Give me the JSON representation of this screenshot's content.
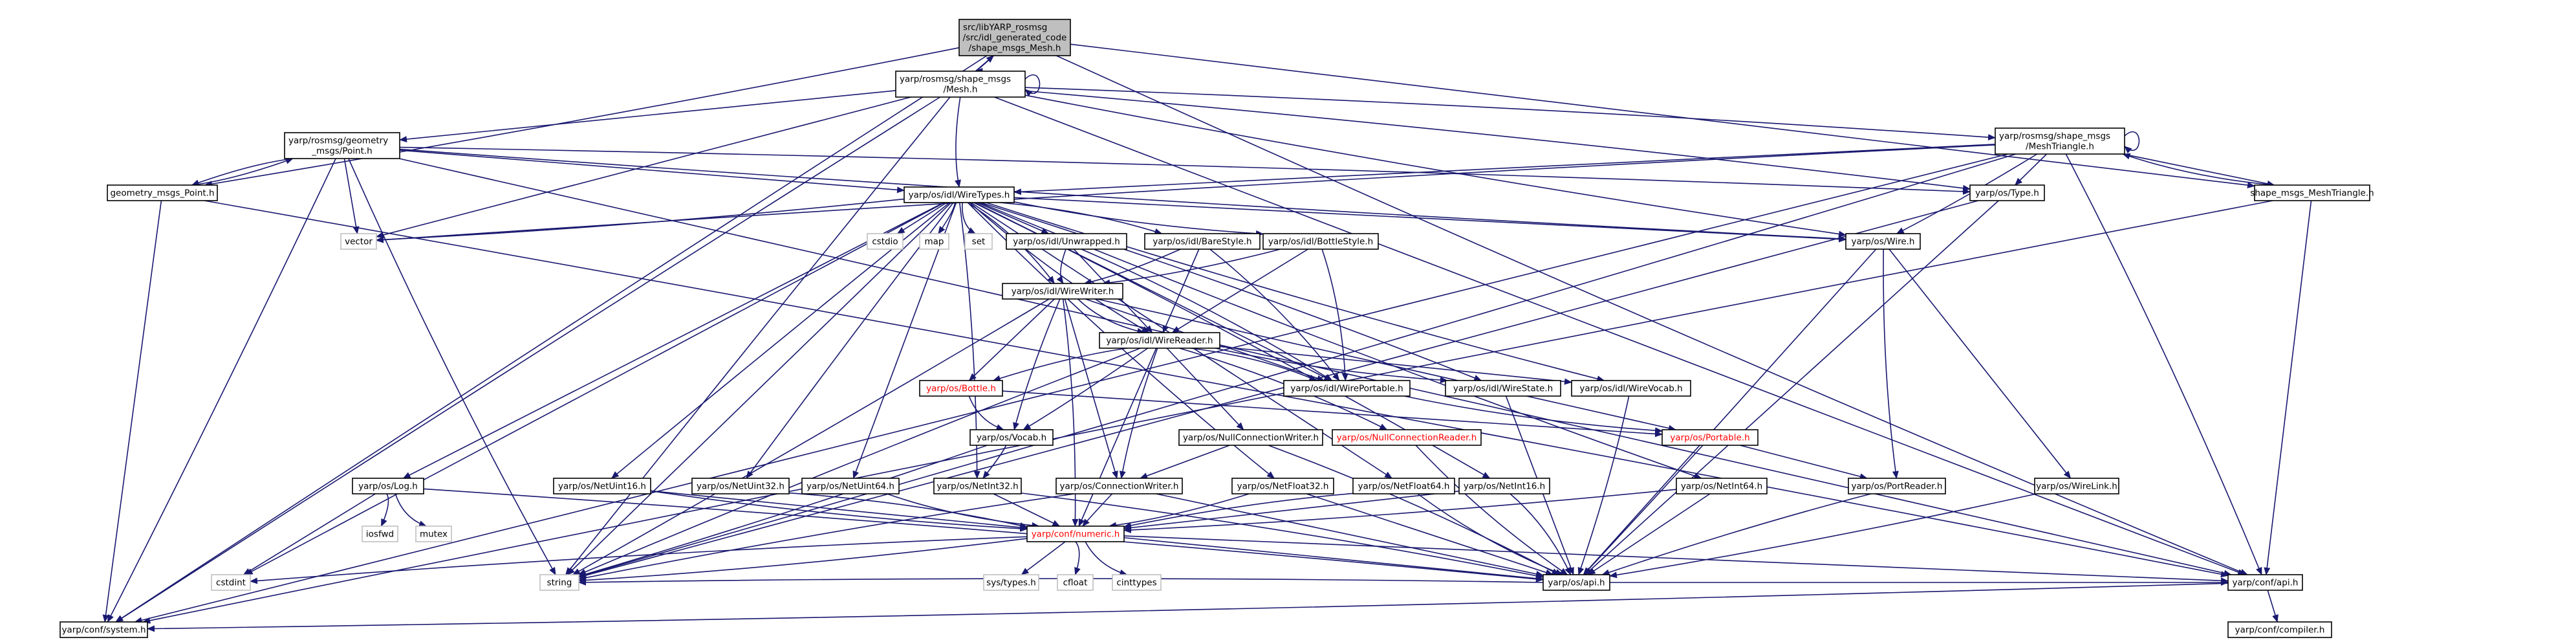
{
  "graph": {
    "nodes": [
      {
        "id": "root",
        "lines": [
          "src/libYARP_rosmsg",
          "/src/idl_generated_code",
          "/shape_msgs_Mesh.h"
        ],
        "style": "root"
      },
      {
        "id": "mesh",
        "lines": [
          "yarp/rosmsg/shape_msgs",
          "/Mesh.h"
        ],
        "style": "normal"
      },
      {
        "id": "point",
        "lines": [
          "yarp/rosmsg/geometry",
          "_msgs/Point.h"
        ],
        "style": "normal"
      },
      {
        "id": "meshtri",
        "lines": [
          "yarp/rosmsg/shape_msgs",
          "/MeshTriangle.h"
        ],
        "style": "normal"
      },
      {
        "id": "geompoint",
        "lines": [
          "geometry_msgs_Point.h"
        ],
        "style": "normal"
      },
      {
        "id": "shapetri",
        "lines": [
          "shape_msgs_MeshTriangle.h"
        ],
        "style": "normal"
      },
      {
        "id": "wiretypes",
        "lines": [
          "yarp/os/idl/WireTypes.h"
        ],
        "style": "normal"
      },
      {
        "id": "type",
        "lines": [
          "yarp/os/Type.h"
        ],
        "style": "normal"
      },
      {
        "id": "vector",
        "lines": [
          "vector"
        ],
        "style": "ext"
      },
      {
        "id": "cstdio",
        "lines": [
          "cstdio"
        ],
        "style": "ext"
      },
      {
        "id": "map",
        "lines": [
          "map"
        ],
        "style": "ext"
      },
      {
        "id": "set",
        "lines": [
          "set"
        ],
        "style": "ext"
      },
      {
        "id": "unwrapped",
        "lines": [
          "yarp/os/idl/Unwrapped.h"
        ],
        "style": "normal"
      },
      {
        "id": "barestyle",
        "lines": [
          "yarp/os/idl/BareStyle.h"
        ],
        "style": "normal"
      },
      {
        "id": "bottlestyle",
        "lines": [
          "yarp/os/idl/BottleStyle.h"
        ],
        "style": "normal"
      },
      {
        "id": "wire",
        "lines": [
          "yarp/os/Wire.h"
        ],
        "style": "normal"
      },
      {
        "id": "wirewriter",
        "lines": [
          "yarp/os/idl/WireWriter.h"
        ],
        "style": "normal"
      },
      {
        "id": "wirereader",
        "lines": [
          "yarp/os/idl/WireReader.h"
        ],
        "style": "normal"
      },
      {
        "id": "wireportable",
        "lines": [
          "yarp/os/idl/WirePortable.h"
        ],
        "style": "normal"
      },
      {
        "id": "wirestate",
        "lines": [
          "yarp/os/idl/WireState.h"
        ],
        "style": "normal"
      },
      {
        "id": "wirevocab",
        "lines": [
          "yarp/os/idl/WireVocab.h"
        ],
        "style": "normal"
      },
      {
        "id": "bottle",
        "lines": [
          "yarp/os/Bottle.h"
        ],
        "style": "red"
      },
      {
        "id": "vocab",
        "lines": [
          "yarp/os/Vocab.h"
        ],
        "style": "normal"
      },
      {
        "id": "nullconnwriter",
        "lines": [
          "yarp/os/NullConnectionWriter.h"
        ],
        "style": "normal"
      },
      {
        "id": "nullconnreader",
        "lines": [
          "yarp/os/NullConnectionReader.h"
        ],
        "style": "red"
      },
      {
        "id": "portable",
        "lines": [
          "yarp/os/Portable.h"
        ],
        "style": "red"
      },
      {
        "id": "log",
        "lines": [
          "yarp/os/Log.h"
        ],
        "style": "normal"
      },
      {
        "id": "netuint16",
        "lines": [
          "yarp/os/NetUint16.h"
        ],
        "style": "normal"
      },
      {
        "id": "netuint32",
        "lines": [
          "yarp/os/NetUint32.h"
        ],
        "style": "normal"
      },
      {
        "id": "netuint64",
        "lines": [
          "yarp/os/NetUint64.h"
        ],
        "style": "normal"
      },
      {
        "id": "netint32",
        "lines": [
          "yarp/os/NetInt32.h"
        ],
        "style": "normal"
      },
      {
        "id": "connwriter",
        "lines": [
          "yarp/os/ConnectionWriter.h"
        ],
        "style": "normal"
      },
      {
        "id": "netfloat32",
        "lines": [
          "yarp/os/NetFloat32.h"
        ],
        "style": "normal"
      },
      {
        "id": "netfloat64",
        "lines": [
          "yarp/os/NetFloat64.h"
        ],
        "style": "normal"
      },
      {
        "id": "netint16",
        "lines": [
          "yarp/os/NetInt16.h"
        ],
        "style": "normal"
      },
      {
        "id": "netint64",
        "lines": [
          "yarp/os/NetInt64.h"
        ],
        "style": "normal"
      },
      {
        "id": "portreader",
        "lines": [
          "yarp/os/PortReader.h"
        ],
        "style": "normal"
      },
      {
        "id": "wirelink",
        "lines": [
          "yarp/os/WireLink.h"
        ],
        "style": "normal"
      },
      {
        "id": "iosfwd",
        "lines": [
          "iosfwd"
        ],
        "style": "ext"
      },
      {
        "id": "mutex",
        "lines": [
          "mutex"
        ],
        "style": "ext"
      },
      {
        "id": "cstdint",
        "lines": [
          "cstdint"
        ],
        "style": "ext"
      },
      {
        "id": "numeric",
        "lines": [
          "yarp/conf/numeric.h"
        ],
        "style": "red"
      },
      {
        "id": "osapi",
        "lines": [
          "yarp/os/api.h"
        ],
        "style": "normal"
      },
      {
        "id": "string",
        "lines": [
          "string"
        ],
        "style": "ext"
      },
      {
        "id": "systypes",
        "lines": [
          "sys/types.h"
        ],
        "style": "ext"
      },
      {
        "id": "cfloat",
        "lines": [
          "cfloat"
        ],
        "style": "ext"
      },
      {
        "id": "cinttypes",
        "lines": [
          "cinttypes"
        ],
        "style": "ext"
      },
      {
        "id": "confapi",
        "lines": [
          "yarp/conf/api.h"
        ],
        "style": "normal"
      },
      {
        "id": "confsystem",
        "lines": [
          "yarp/conf/system.h"
        ],
        "style": "normal"
      },
      {
        "id": "confcompiler",
        "lines": [
          "yarp/conf/compiler.h"
        ],
        "style": "normal"
      }
    ],
    "edges": [
      [
        "root",
        "mesh"
      ],
      [
        "mesh",
        "root"
      ],
      [
        "mesh",
        "mesh"
      ],
      [
        "root",
        "geompoint"
      ],
      [
        "root",
        "shapetri"
      ],
      [
        "root",
        "confsystem"
      ],
      [
        "root",
        "confapi"
      ],
      [
        "mesh",
        "point"
      ],
      [
        "mesh",
        "meshtri"
      ],
      [
        "mesh",
        "wiretypes"
      ],
      [
        "mesh",
        "vector"
      ],
      [
        "mesh",
        "type"
      ],
      [
        "mesh",
        "wire"
      ],
      [
        "mesh",
        "confapi"
      ],
      [
        "mesh",
        "confsystem"
      ],
      [
        "mesh",
        "string"
      ],
      [
        "point",
        "wiretypes"
      ],
      [
        "point",
        "type"
      ],
      [
        "point",
        "wire"
      ],
      [
        "point",
        "vector"
      ],
      [
        "point",
        "confsystem"
      ],
      [
        "point",
        "string"
      ],
      [
        "point",
        "confapi"
      ],
      [
        "point",
        "geompoint"
      ],
      [
        "geompoint",
        "point"
      ],
      [
        "geompoint",
        "confsystem"
      ],
      [
        "geompoint",
        "confapi"
      ],
      [
        "meshtri",
        "meshtri"
      ],
      [
        "meshtri",
        "wiretypes"
      ],
      [
        "meshtri",
        "type"
      ],
      [
        "meshtri",
        "wire"
      ],
      [
        "meshtri",
        "shapetri"
      ],
      [
        "meshtri",
        "confapi"
      ],
      [
        "meshtri",
        "string"
      ],
      [
        "meshtri",
        "confsystem"
      ],
      [
        "meshtri",
        "vector"
      ],
      [
        "shapetri",
        "meshtri"
      ],
      [
        "shapetri",
        "confapi"
      ],
      [
        "shapetri",
        "confsystem"
      ],
      [
        "wiretypes",
        "vector"
      ],
      [
        "wiretypes",
        "cstdio"
      ],
      [
        "wiretypes",
        "map"
      ],
      [
        "wiretypes",
        "set"
      ],
      [
        "wiretypes",
        "unwrapped"
      ],
      [
        "wiretypes",
        "barestyle"
      ],
      [
        "wiretypes",
        "bottlestyle"
      ],
      [
        "wiretypes",
        "wire"
      ],
      [
        "wiretypes",
        "wirewriter"
      ],
      [
        "wiretypes",
        "wirereader"
      ],
      [
        "wiretypes",
        "wireportable"
      ],
      [
        "wiretypes",
        "wirestate"
      ],
      [
        "wiretypes",
        "wirevocab"
      ],
      [
        "wiretypes",
        "log"
      ],
      [
        "wiretypes",
        "netuint16"
      ],
      [
        "wiretypes",
        "netuint32"
      ],
      [
        "wiretypes",
        "netuint64"
      ],
      [
        "wiretypes",
        "netint32"
      ],
      [
        "wiretypes",
        "netfloat32"
      ],
      [
        "wiretypes",
        "netfloat64"
      ],
      [
        "wiretypes",
        "netint16"
      ],
      [
        "wiretypes",
        "netint64"
      ],
      [
        "wiretypes",
        "cstdint"
      ],
      [
        "wiretypes",
        "string"
      ],
      [
        "unwrapped",
        "wirewriter"
      ],
      [
        "unwrapped",
        "wirereader"
      ],
      [
        "unwrapped",
        "wireportable"
      ],
      [
        "barestyle",
        "wirewriter"
      ],
      [
        "barestyle",
        "wirereader"
      ],
      [
        "barestyle",
        "wireportable"
      ],
      [
        "bottlestyle",
        "wirewriter"
      ],
      [
        "bottlestyle",
        "wirereader"
      ],
      [
        "bottlestyle",
        "wireportable"
      ],
      [
        "wirewriter",
        "wirereader"
      ],
      [
        "wirewriter",
        "wireportable"
      ],
      [
        "wirewriter",
        "bottle"
      ],
      [
        "wirewriter",
        "vocab"
      ],
      [
        "wirewriter",
        "connwriter"
      ],
      [
        "wirewriter",
        "numeric"
      ],
      [
        "wirewriter",
        "string"
      ],
      [
        "wirewriter",
        "portable"
      ],
      [
        "wirereader",
        "wireportable"
      ],
      [
        "wirereader",
        "wirestate"
      ],
      [
        "wirereader",
        "wirevocab"
      ],
      [
        "wirereader",
        "bottle"
      ],
      [
        "wirereader",
        "vocab"
      ],
      [
        "wirereader",
        "nullconnwriter"
      ],
      [
        "wirereader",
        "nullconnreader"
      ],
      [
        "wirereader",
        "connwriter"
      ],
      [
        "wirereader",
        "numeric"
      ],
      [
        "wirereader",
        "string"
      ],
      [
        "wireportable",
        "portable"
      ],
      [
        "wirestate",
        "osapi"
      ],
      [
        "wirevocab",
        "osapi"
      ],
      [
        "bottle",
        "vocab"
      ],
      [
        "bottle",
        "portable"
      ],
      [
        "vocab",
        "netint32"
      ],
      [
        "vocab",
        "string"
      ],
      [
        "nullconnwriter",
        "connwriter"
      ],
      [
        "nullconnwriter",
        "osapi"
      ],
      [
        "nullconnreader",
        "osapi"
      ],
      [
        "portable",
        "portreader"
      ],
      [
        "portable",
        "osapi"
      ],
      [
        "wire",
        "portreader"
      ],
      [
        "wire",
        "wirelink"
      ],
      [
        "wire",
        "osapi"
      ],
      [
        "type",
        "osapi"
      ],
      [
        "type",
        "string"
      ],
      [
        "log",
        "iosfwd"
      ],
      [
        "log",
        "mutex"
      ],
      [
        "log",
        "cstdint"
      ],
      [
        "log",
        "osapi"
      ],
      [
        "netuint16",
        "numeric"
      ],
      [
        "netuint16",
        "osapi"
      ],
      [
        "netuint32",
        "numeric"
      ],
      [
        "netuint64",
        "numeric"
      ],
      [
        "netint32",
        "numeric"
      ],
      [
        "netint32",
        "osapi"
      ],
      [
        "connwriter",
        "numeric"
      ],
      [
        "connwriter",
        "osapi"
      ],
      [
        "connwriter",
        "string"
      ],
      [
        "netfloat32",
        "numeric"
      ],
      [
        "netfloat32",
        "osapi"
      ],
      [
        "netfloat64",
        "numeric"
      ],
      [
        "netfloat64",
        "osapi"
      ],
      [
        "netint16",
        "numeric"
      ],
      [
        "netint16",
        "osapi"
      ],
      [
        "netint64",
        "numeric"
      ],
      [
        "netint64",
        "osapi"
      ],
      [
        "portreader",
        "osapi"
      ],
      [
        "wirelink",
        "osapi"
      ],
      [
        "numeric",
        "confapi"
      ],
      [
        "numeric",
        "cstdint"
      ],
      [
        "numeric",
        "string"
      ],
      [
        "numeric",
        "systypes"
      ],
      [
        "numeric",
        "cfloat"
      ],
      [
        "numeric",
        "cinttypes"
      ],
      [
        "osapi",
        "confapi"
      ],
      [
        "osapi",
        "string"
      ],
      [
        "confapi",
        "confsystem"
      ],
      [
        "confapi",
        "confcompiler"
      ]
    ]
  }
}
